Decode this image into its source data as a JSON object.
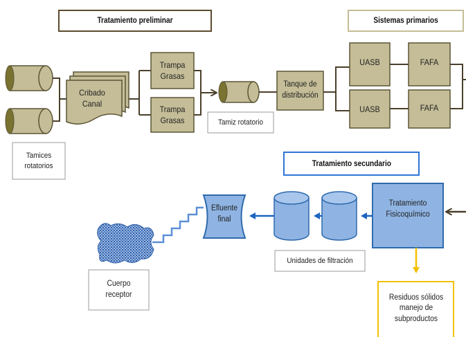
{
  "headers": {
    "preliminar": "Tratamiento preliminar",
    "primarios": "Sistemas primarios",
    "secundario": "Tratamiento  secundario"
  },
  "labels": {
    "tamices_line1": "Tamices",
    "tamices_line2": "rotatorios",
    "cribado_line1": "Cribado",
    "cribado_line2": "Canal",
    "trampa1_line1": "Trampa",
    "trampa1_line2": "Grasas",
    "trampa2_line1": "Trampa",
    "trampa2_line2": "Grasas",
    "tamiz": "Tamiz rotatorio",
    "tanque_line1": "Tanque de",
    "tanque_line2": "distribución",
    "uasb1": "UASB",
    "uasb2": "UASB",
    "fafa1": "FAFA",
    "fafa2": "FAFA",
    "fisico_line1": "Tratamiento",
    "fisico_line2": "Fisicoquímico",
    "filtracion": "Unidades de filtración",
    "efluente_line1": "Efluente",
    "efluente_line2": "final",
    "cuerpo_line1": "Cuerpo",
    "cuerpo_line2": "receptor",
    "residuos_line1": "Residuos sólidos",
    "residuos_line2": "manejo de",
    "residuos_line3": "subproductos"
  },
  "colors": {
    "olive_fill": "#c4bd97",
    "olive_border": "#5b5536",
    "drum_dark": "#7a7230",
    "blue_fill": "#8fb4e3",
    "blue_border": "#2f6aad",
    "blue_arrow": "#1f64c0",
    "brown_line": "#4a3f2a",
    "header_blue_border": "#2e75d6",
    "header_tan_border": "#c4bd97",
    "residuos_border": "#f4c000",
    "texture": "#2f5fa6"
  }
}
